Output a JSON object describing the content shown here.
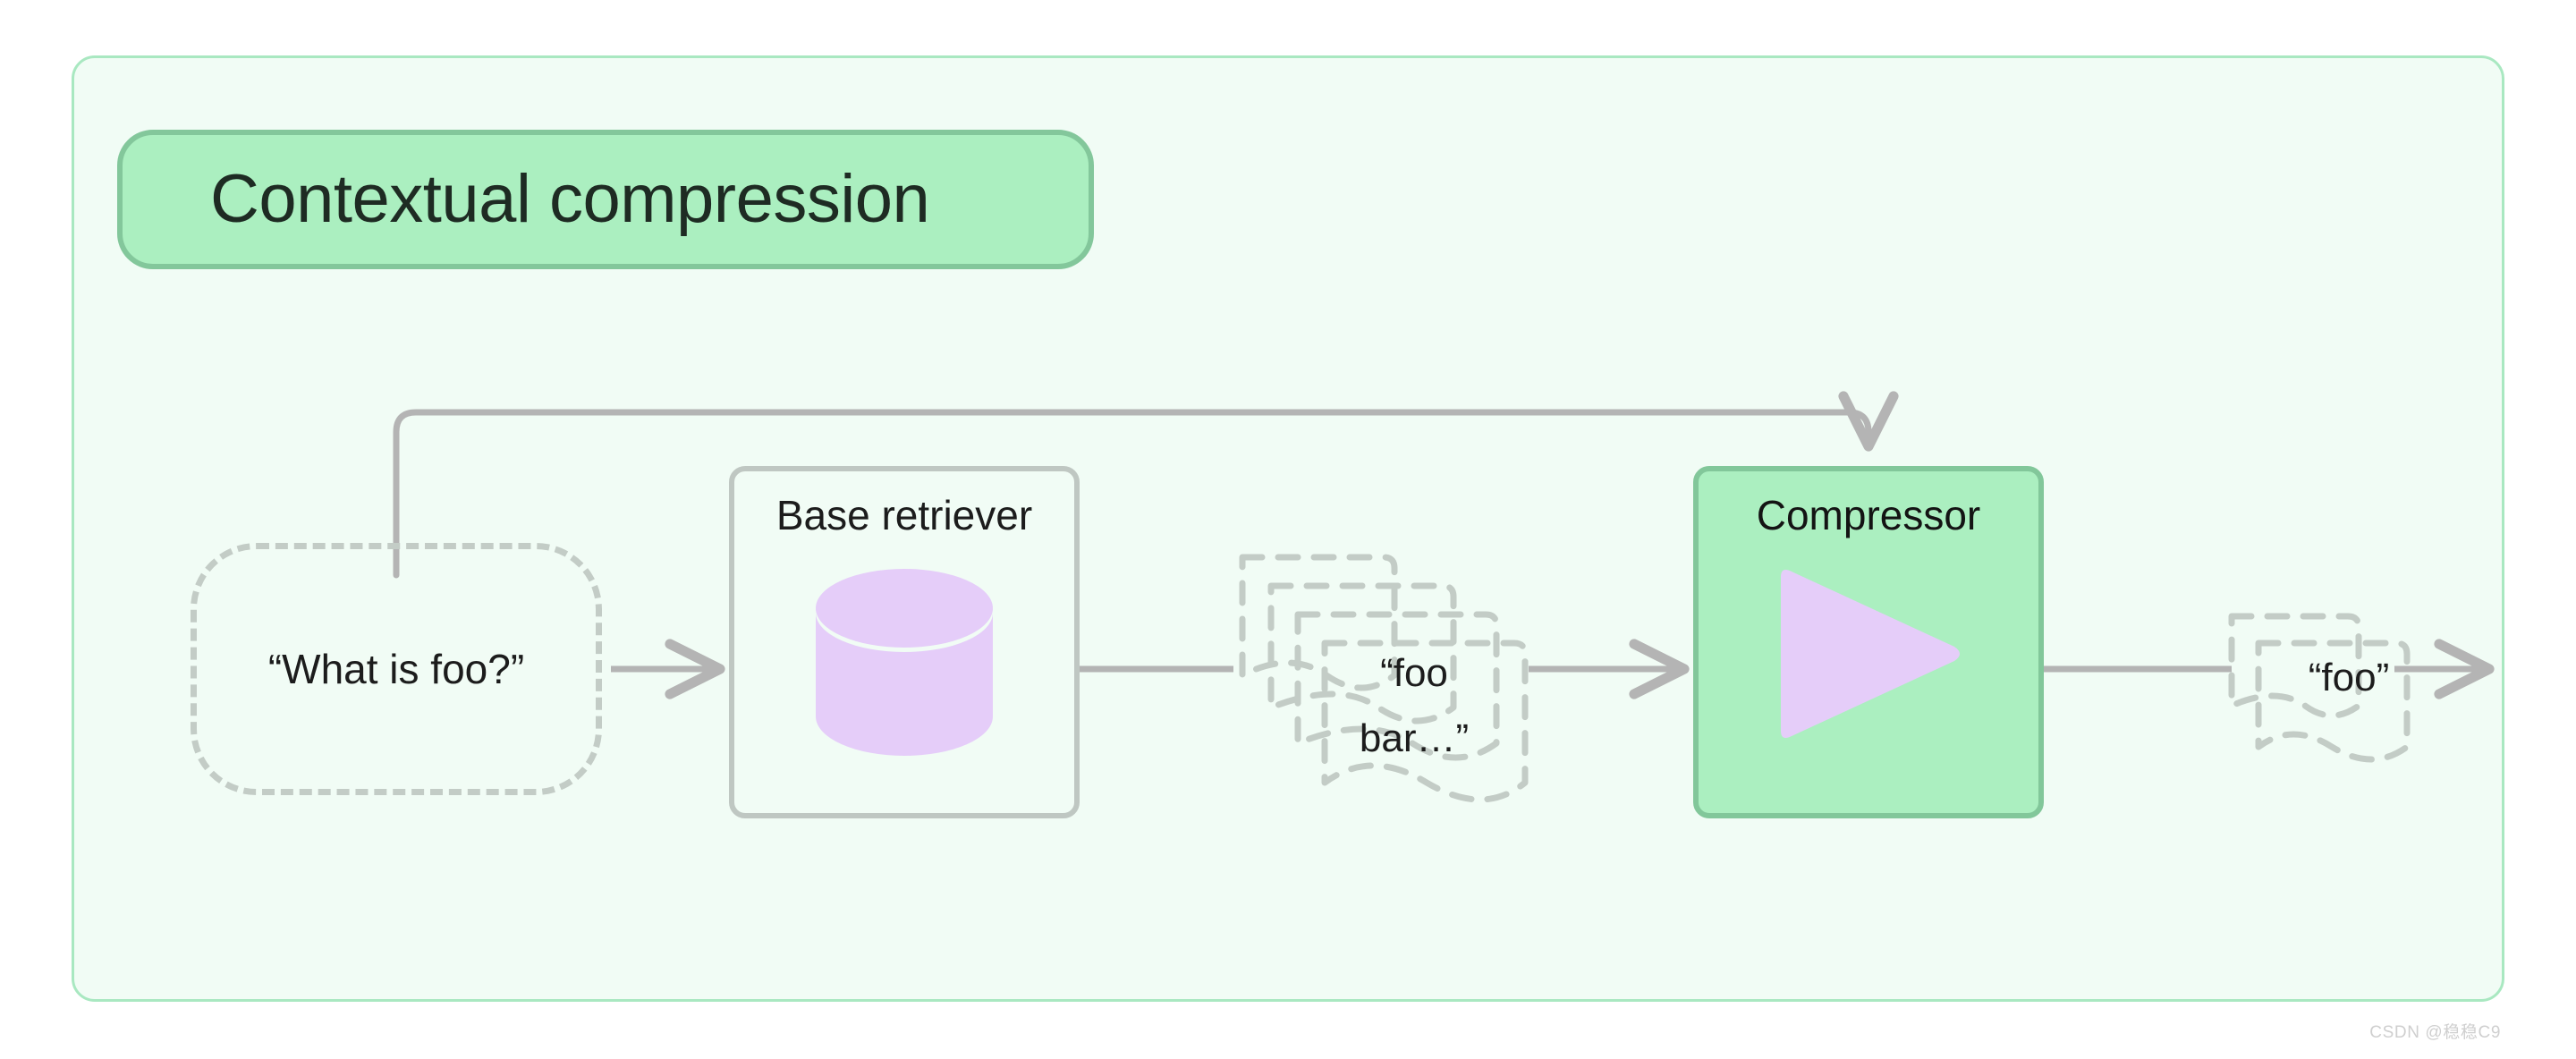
{
  "title": {
    "text": "Contextual compression"
  },
  "nodes": {
    "query": {
      "label": "“What is foo?”",
      "shape": "dashed-rounded-rect"
    },
    "base_retriever": {
      "label": "Base retriever",
      "icon": "database-cylinder-icon",
      "shape": "rounded-rect"
    },
    "retrieved_docs": {
      "line1": "“foo",
      "line2": "bar…”",
      "shape": "document-stack",
      "count": 4
    },
    "compressor": {
      "label": "Compressor",
      "icon": "play-triangle-icon",
      "shape": "rounded-rect-filled"
    },
    "compressed_docs": {
      "label": "“foo”",
      "shape": "document-stack",
      "count": 2
    }
  },
  "edges": [
    {
      "name": "query-to-base-retriever",
      "from": "query",
      "to": "base_retriever",
      "style": "solid-arrow"
    },
    {
      "name": "base-retriever-to-retrieved-docs",
      "from": "base_retriever",
      "to": "retrieved_docs",
      "style": "solid-line"
    },
    {
      "name": "retrieved-docs-to-compressor",
      "from": "retrieved_docs",
      "to": "compressor",
      "style": "solid-arrow"
    },
    {
      "name": "compressor-to-compressed-docs",
      "from": "compressor",
      "to": "compressed_docs",
      "style": "solid-line"
    },
    {
      "name": "compressed-docs-output",
      "from": "compressed_docs",
      "to": "output",
      "style": "solid-arrow"
    },
    {
      "name": "query-feedback-to-compressor",
      "from": "query",
      "to": "compressor",
      "style": "solid-arrow-elbow"
    }
  ],
  "colors": {
    "canvas_bg": "#F1FCF5",
    "canvas_border": "#A9E8C1",
    "accent_green_fill": "#ABEFC0",
    "accent_green_border": "#82C79A",
    "icon_purple": "#E5CDF9",
    "edge_gray": "#B4B4B4",
    "dashed_gray": "#C3CCC6",
    "text_dark": "#1C1C1C"
  },
  "watermark": {
    "text": "CSDN @稳稳C9"
  }
}
